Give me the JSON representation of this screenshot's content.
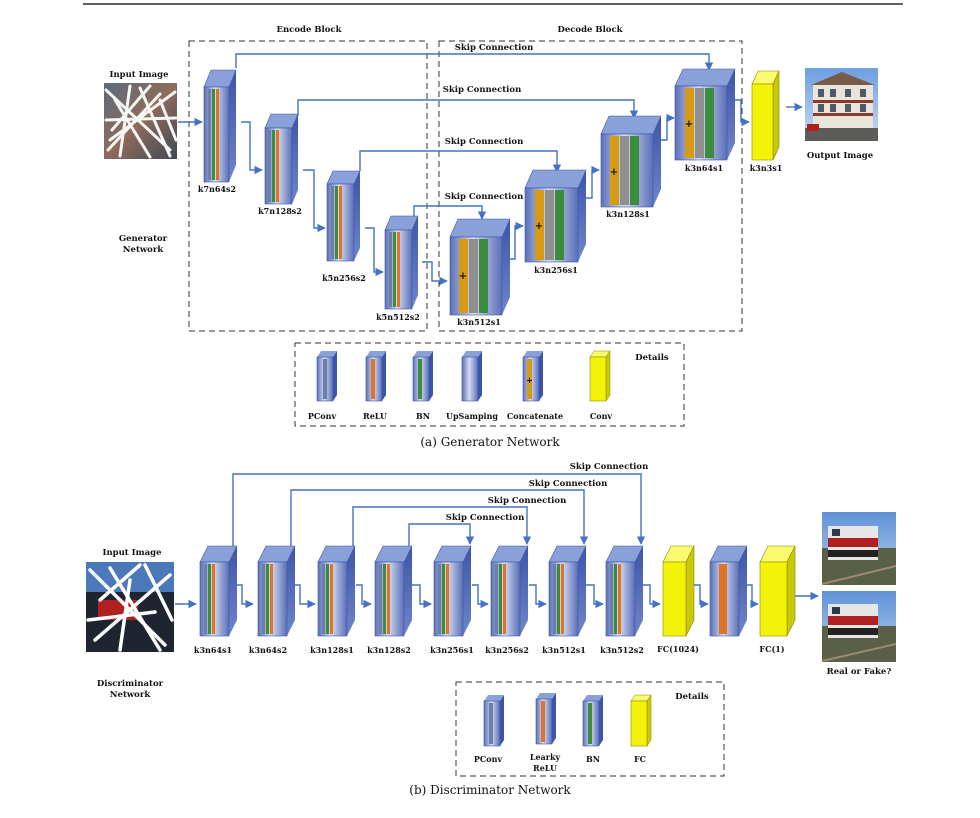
{
  "colors": {
    "arrow": "#4472c4",
    "block_front": "#6f86c9",
    "block_top": "#8aa0d8",
    "pconv": "#6d7fa8",
    "relu": "#e07326",
    "bn": "#3c8c3c",
    "concat": "#d89a12",
    "conv_fc": "#f3f30a",
    "gray": "#8f8f8f",
    "dash": "#333333"
  },
  "generator": {
    "encode_block_title": "Encode Block",
    "decode_block_title": "Decode Block",
    "input_label": "Input Image",
    "output_label": "Output Image",
    "network_label": [
      "Generator",
      "Network"
    ],
    "skip_label": "Skip Connection",
    "layers": {
      "e1": "k7n64s2",
      "e2": "k7n128s2",
      "e3": "k5n256s2",
      "e4": "k5n512s2",
      "d4": "k3n512s1",
      "d3": "k3n256s1",
      "d2": "k3n128s1",
      "d1": "k3n64s1",
      "out": "k3n3s1"
    },
    "details": {
      "title": "Details",
      "items": [
        "PConv",
        "ReLU",
        "BN",
        "UpSamping",
        "Concatenate",
        "Conv"
      ]
    },
    "caption": "(a)  Generator Network"
  },
  "discriminator": {
    "input_label": "Input Image",
    "network_label": [
      "Discriminator",
      "Network"
    ],
    "skip_label": "Skip Connection",
    "layers": [
      "k3n64s1",
      "k3n64s2",
      "k3n128s1",
      "k3n128s2",
      "k3n256s1",
      "k3n256s2",
      "k3n512s1",
      "k3n512s2"
    ],
    "fc1": "FC(1024)",
    "fc2": "FC(1)",
    "output_label": "Real or Fake?",
    "details": {
      "title": "Details",
      "items": [
        "PConv",
        "Learky",
        "ReLU",
        "BN",
        "FC"
      ]
    },
    "caption": "(b)  Discriminator Network"
  }
}
